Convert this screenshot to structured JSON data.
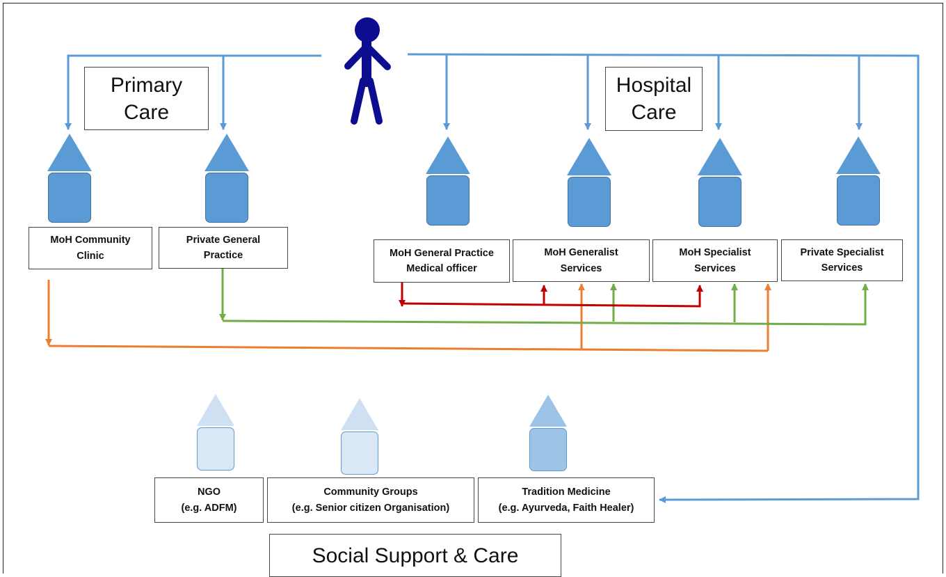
{
  "colors": {
    "patient_access": "#5b9bd5",
    "primary_referral_orange": "#ed7d31",
    "private_referral_green": "#70ad47",
    "internal_referral_red": "#c00000",
    "person": "#0d0d8f",
    "building_dark": "#5b9bd5",
    "building_light": "#dae8f6",
    "building_mid": "#9dc3e6"
  },
  "sections": {
    "primary": [
      "Primary",
      "Care"
    ],
    "hospital": [
      "Hospital",
      "Care"
    ],
    "social": "Social Support & Care"
  },
  "services": {
    "moh_community_clinic": [
      "MoH Community",
      "Clinic"
    ],
    "private_general_practice": [
      "Private General",
      "Practice"
    ],
    "moh_gp_medical_officer": [
      "MoH General Practice",
      "Medical officer"
    ],
    "moh_generalist_services": [
      "MoH Generalist",
      "Services"
    ],
    "moh_specialist_services": [
      "MoH Specialist",
      "Services"
    ],
    "private_specialist_services": [
      "Private Specialist",
      "Services"
    ],
    "ngo": [
      "NGO",
      "(e.g. ADFM)"
    ],
    "community_groups": [
      "Community Groups",
      "(e.g. Senior citizen Organisation)"
    ],
    "tradition_medicine": [
      "Tradition Medicine",
      "(e.g. Ayurveda, Faith Healer)"
    ]
  },
  "icons": {
    "person": "person-icon",
    "facility": "facility-building-icon"
  }
}
